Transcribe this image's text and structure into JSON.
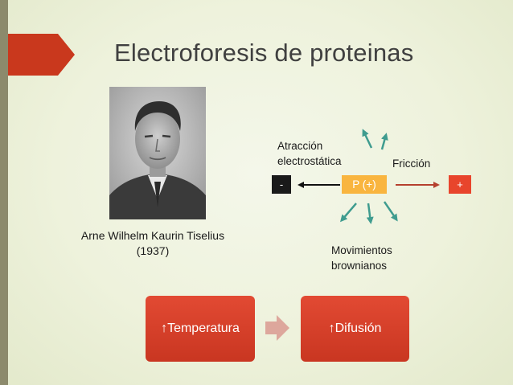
{
  "title": "Electroforesis de proteinas",
  "portrait_caption": {
    "name": "Arne Wilhelm Kaurin Tiselius",
    "year": "(1937)"
  },
  "diagram": {
    "negative_pole": "-",
    "positive_pole": "+",
    "protein": "P (+)",
    "attraction_line1": "Atracción",
    "attraction_line2": "electrostática",
    "friction": "Fricción",
    "brownian_line1": "Movimientos",
    "brownian_line2": "brownianos"
  },
  "flow": {
    "step1": "↑Temperatura",
    "step2": "↑Difusión"
  },
  "colors": {
    "title_accent": "#c9381d",
    "protein_box": "#f9b53f",
    "positive_box": "#e8452c",
    "negative_box": "#1a1a1a",
    "arrow_teal": "#3f9c8f",
    "arrow_red": "#b5402e",
    "flow_box": "#d84030",
    "chevron": "#dda79c",
    "side_strip": "#8c8a6c"
  },
  "icons": {
    "portrait": "person-portrait",
    "chevron": "chevron-right-icon"
  }
}
